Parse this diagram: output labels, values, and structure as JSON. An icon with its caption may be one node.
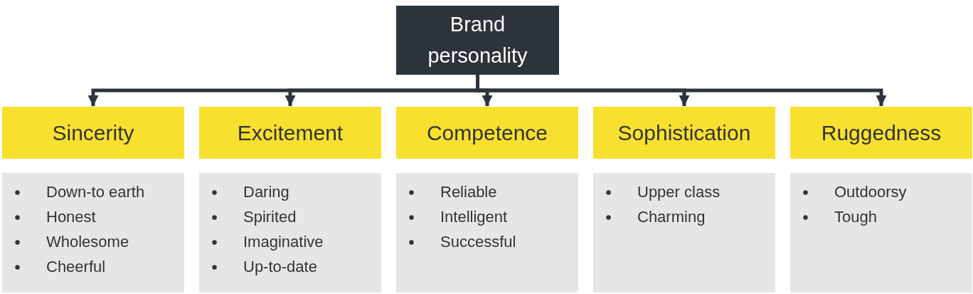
{
  "diagram": {
    "nodes": [
      {
        "text": [
          "Brand personality"
        ]
      },
      {
        "text": [
          "Sincerity"
        ]
      },
      {
        "text": [
          "Excitement"
        ]
      },
      {
        "text": [
          "Competence"
        ]
      },
      {
        "text": [
          "Sophistication"
        ]
      },
      {
        "text": [
          "Ruggedness"
        ]
      },
      {
        "text": [
          "Down-to earth",
          "Honest",
          "Wholesome",
          "Cheerful"
        ]
      },
      {
        "text": [
          "Daring",
          "Spirited",
          "Imaginative",
          "Up-to-date"
        ]
      },
      {
        "text": [
          "Reliable",
          "Intelligent",
          "Successful"
        ]
      },
      {
        "text": [
          "Upper class",
          "Charming"
        ]
      },
      {
        "text": [
          "Outdoorsy",
          "Tough"
        ]
      }
    ],
    "edges": [
      {
        "from": 0,
        "to": 1,
        "arrow": "to"
      },
      {
        "from": 0,
        "to": 2,
        "arrow": "to"
      },
      {
        "from": 0,
        "to": 3,
        "arrow": "to"
      },
      {
        "from": 0,
        "to": 4,
        "arrow": "to"
      },
      {
        "from": 0,
        "to": 5,
        "arrow": "to"
      }
    ]
  }
}
